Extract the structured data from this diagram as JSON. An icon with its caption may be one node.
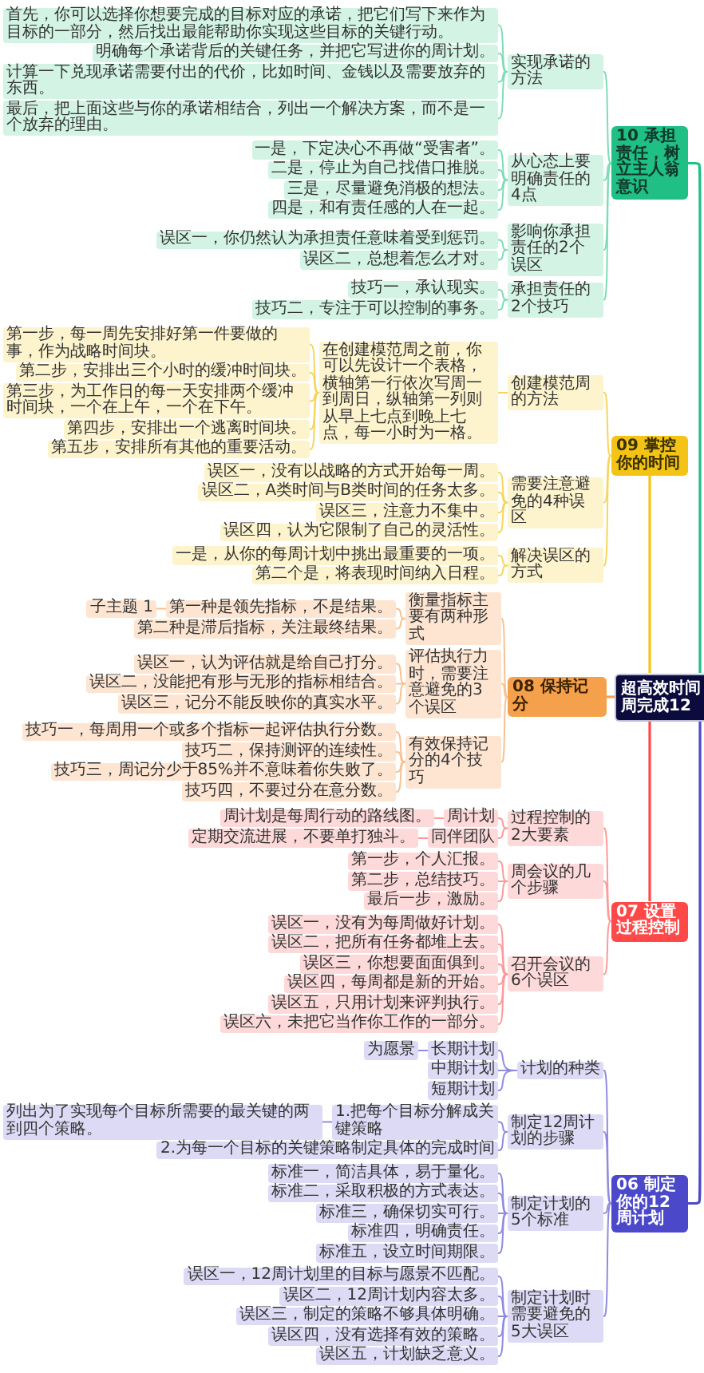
{
  "diagram": {
    "nodes": [
      {
        "text": [
          "超高效时间周完成12"
        ]
      },
      {
        "text": [
          "10 承担责任，树立主人翁意识"
        ]
      },
      {
        "text": [
          "实现承诺的方法"
        ]
      },
      {
        "text": [
          "首先，你可以选择你想要完成的目标对应的承诺，把它们写下来作为目标的一部分，然后找出最能帮助你实现这些目标的关键行动。"
        ]
      },
      {
        "text": [
          "明确每个承诺背后的关键任务，并把它写进你的周计划。"
        ]
      },
      {
        "text": [
          "计算一下兑现承诺需要付出的代价，比如时间、金钱以及需要放弃的东西。"
        ]
      },
      {
        "text": [
          "最后，把上面这些与你的承诺相结合，列出一个解决方案，而不是一个放弃的理由。"
        ]
      },
      {
        "text": [
          "从心态上要明确责任的4点"
        ]
      },
      {
        "text": [
          "一是，下定决心不再做“受害者”。"
        ]
      },
      {
        "text": [
          "二是，停止为自己找借口推脱。"
        ]
      },
      {
        "text": [
          "三是，尽量避免消极的想法。"
        ]
      },
      {
        "text": [
          "四是，和有责任感的人在一起。"
        ]
      },
      {
        "text": [
          "影响你承担责任的2个误区"
        ]
      },
      {
        "text": [
          "误区一，你仍然认为承担责任意味着受到惩罚。"
        ]
      },
      {
        "text": [
          "误区二，总想着怎么才对。"
        ]
      },
      {
        "text": [
          "承担责任的2个技巧"
        ]
      },
      {
        "text": [
          "技巧一，承认现实。"
        ]
      },
      {
        "text": [
          "技巧二，专注于可以控制的事务。"
        ]
      },
      {
        "text": [
          "09 掌控你的时间"
        ]
      },
      {
        "text": [
          "创建模范周的方法"
        ]
      },
      {
        "text": [
          "在创建模范周之前，你可以先设计一个表格，横轴第一行依次写周一到周日，纵轴第一列则从早上七点到晚上七点，每一小时为一格。"
        ]
      },
      {
        "text": [
          "第一步，每一周先安排好第一件要做的事，作为战略时间块。"
        ]
      },
      {
        "text": [
          "第二步，安排出三个小时的缓冲时间块。"
        ]
      },
      {
        "text": [
          "第三步，为工作日的每一天安排两个缓冲时间块，一个在上午，一个在下午。"
        ]
      },
      {
        "text": [
          "第四步，安排出一个逃离时间块。"
        ]
      },
      {
        "text": [
          "第五步，安排所有其他的重要活动。"
        ]
      },
      {
        "text": [
          "需要注意避免的4种误区"
        ]
      },
      {
        "text": [
          "误区一，没有以战略的方式开始每一周。"
        ]
      },
      {
        "text": [
          "误区二，A类时间与B类时间的任务太多。"
        ]
      },
      {
        "text": [
          "误区三，注意力不集中。"
        ]
      },
      {
        "text": [
          "误区四，认为它限制了自己的灵活性。"
        ]
      },
      {
        "text": [
          "解决误区的方式"
        ]
      },
      {
        "text": [
          "一是，从你的每周计划中挑出最重要的一项。"
        ]
      },
      {
        "text": [
          "第二个是，将表现时间纳入日程。"
        ]
      },
      {
        "text": [
          "08 保持记分"
        ]
      },
      {
        "text": [
          "衡量指标主要有两种形式"
        ]
      },
      {
        "text": [
          "第一种是领先指标，不是结果。"
        ]
      },
      {
        "text": [
          "子主题 1"
        ]
      },
      {
        "text": [
          "第二种是滞后指标，关注最终结果。"
        ]
      },
      {
        "text": [
          "评估执行力时，需要注意避免的3个误区"
        ]
      },
      {
        "text": [
          "误区一，认为评估就是给自己打分。"
        ]
      },
      {
        "text": [
          "误区二，没能把有形与无形的指标相结合。"
        ]
      },
      {
        "text": [
          "误区三，记分不能反映你的真实水平。"
        ]
      },
      {
        "text": [
          "有效保持记分的4个技巧"
        ]
      },
      {
        "text": [
          "技巧一，每周用一个或多个指标一起评估执行分数。"
        ]
      },
      {
        "text": [
          "技巧二，保持测评的连续性。"
        ]
      },
      {
        "text": [
          "技巧三，周记分少于85%并不意味着你失败了。"
        ]
      },
      {
        "text": [
          "技巧四，不要过分在意分数。"
        ]
      },
      {
        "text": [
          "07 设置过程控制"
        ]
      },
      {
        "text": [
          "过程控制的2大要素"
        ]
      },
      {
        "text": [
          "周计划"
        ]
      },
      {
        "text": [
          "周计划是每周行动的路线图。"
        ]
      },
      {
        "text": [
          "同伴团队"
        ]
      },
      {
        "text": [
          "定期交流进展，不要单打独斗。"
        ]
      },
      {
        "text": [
          "周会议的几个步骤"
        ]
      },
      {
        "text": [
          "第一步，个人汇报。"
        ]
      },
      {
        "text": [
          "第二步，总结技巧。"
        ]
      },
      {
        "text": [
          "最后一步，激励。"
        ]
      },
      {
        "text": [
          "召开会议的6个误区"
        ]
      },
      {
        "text": [
          "误区一，没有为每周做好计划。"
        ]
      },
      {
        "text": [
          "误区二，把所有任务都堆上去。"
        ]
      },
      {
        "text": [
          "误区三，你想要面面俱到。"
        ]
      },
      {
        "text": [
          "误区四，每周都是新的开始。"
        ]
      },
      {
        "text": [
          "误区五，只用计划来评判执行。"
        ]
      },
      {
        "text": [
          "误区六，未把它当作你工作的一部分。"
        ]
      },
      {
        "text": [
          "06 制定你的12周计划"
        ]
      },
      {
        "text": [
          "计划的种类"
        ]
      },
      {
        "text": [
          "长期计划"
        ]
      },
      {
        "text": [
          "为愿景"
        ]
      },
      {
        "text": [
          "中期计划"
        ]
      },
      {
        "text": [
          "短期计划"
        ]
      },
      {
        "text": [
          "制定12周计划的步骤"
        ]
      },
      {
        "text": [
          "1.把每个目标分解成关键策略"
        ]
      },
      {
        "text": [
          "列出为了实现每个目标所需要的最关键的两到四个策略。"
        ]
      },
      {
        "text": [
          "2.为每一个目标的关键策略制定具体的完成时间"
        ]
      },
      {
        "text": [
          "制定计划的5个标准"
        ]
      },
      {
        "text": [
          "标准一，简洁具体，易于量化。"
        ]
      },
      {
        "text": [
          "标准二，采取积极的方式表达。"
        ]
      },
      {
        "text": [
          "标准三，确保切实可行。"
        ]
      },
      {
        "text": [
          "标准四，明确责任。"
        ]
      },
      {
        "text": [
          "标准五，设立时间期限。"
        ]
      },
      {
        "text": [
          "制定计划时需要避免的5大误区"
        ]
      },
      {
        "text": [
          "误区一，12周计划里的目标与愿景不匹配。"
        ]
      },
      {
        "text": [
          "误区二，12周计划内容太多。"
        ]
      },
      {
        "text": [
          "误区三，制定的策略不够具体明确。"
        ]
      },
      {
        "text": [
          "误区四，没有选择有效的策略。"
        ]
      },
      {
        "text": [
          "误区五，计划缺乏意义。"
        ]
      }
    ],
    "edges": [
      {
        "from": 0,
        "to": 1,
        "arrow": "none",
        "color": "#1fbf85"
      },
      {
        "from": 0,
        "to": 18,
        "arrow": "none",
        "color": "#f3c316"
      },
      {
        "from": 0,
        "to": 34,
        "arrow": "none",
        "color": "#f5a04a"
      },
      {
        "from": 0,
        "to": 48,
        "arrow": "none",
        "color": "#ff4848"
      },
      {
        "from": 0,
        "to": 65,
        "arrow": "none",
        "color": "#4b48c9"
      },
      {
        "from": 1,
        "to": 2,
        "arrow": "none",
        "color": "#7fdcb8"
      },
      {
        "from": 2,
        "to": 3,
        "arrow": "none",
        "color": "#7fdcb8"
      },
      {
        "from": 2,
        "to": 4,
        "arrow": "none",
        "color": "#7fdcb8"
      },
      {
        "from": 2,
        "to": 5,
        "arrow": "none",
        "color": "#7fdcb8"
      },
      {
        "from": 2,
        "to": 6,
        "arrow": "none",
        "color": "#7fdcb8"
      },
      {
        "from": 1,
        "to": 7,
        "arrow": "none",
        "color": "#7fdcb8"
      },
      {
        "from": 7,
        "to": 8,
        "arrow": "none",
        "color": "#7fdcb8"
      },
      {
        "from": 7,
        "to": 9,
        "arrow": "none",
        "color": "#7fdcb8"
      },
      {
        "from": 7,
        "to": 10,
        "arrow": "none",
        "color": "#7fdcb8"
      },
      {
        "from": 7,
        "to": 11,
        "arrow": "none",
        "color": "#7fdcb8"
      },
      {
        "from": 1,
        "to": 12,
        "arrow": "none",
        "color": "#7fdcb8"
      },
      {
        "from": 12,
        "to": 13,
        "arrow": "none",
        "color": "#7fdcb8"
      },
      {
        "from": 12,
        "to": 14,
        "arrow": "none",
        "color": "#7fdcb8"
      },
      {
        "from": 1,
        "to": 15,
        "arrow": "none",
        "color": "#7fdcb8"
      },
      {
        "from": 15,
        "to": 16,
        "arrow": "none",
        "color": "#7fdcb8"
      },
      {
        "from": 15,
        "to": 17,
        "arrow": "none",
        "color": "#7fdcb8"
      },
      {
        "from": 18,
        "to": 19,
        "arrow": "none",
        "color": "#f6d65a"
      },
      {
        "from": 19,
        "to": 20,
        "arrow": "none",
        "color": "#f6d65a"
      },
      {
        "from": 20,
        "to": 21,
        "arrow": "none",
        "color": "#f6d65a"
      },
      {
        "from": 20,
        "to": 22,
        "arrow": "none",
        "color": "#f6d65a"
      },
      {
        "from": 20,
        "to": 23,
        "arrow": "none",
        "color": "#f6d65a"
      },
      {
        "from": 20,
        "to": 24,
        "arrow": "none",
        "color": "#f6d65a"
      },
      {
        "from": 20,
        "to": 25,
        "arrow": "none",
        "color": "#f6d65a"
      },
      {
        "from": 18,
        "to": 26,
        "arrow": "none",
        "color": "#f6d65a"
      },
      {
        "from": 26,
        "to": 27,
        "arrow": "none",
        "color": "#f6d65a"
      },
      {
        "from": 26,
        "to": 28,
        "arrow": "none",
        "color": "#f6d65a"
      },
      {
        "from": 26,
        "to": 29,
        "arrow": "none",
        "color": "#f6d65a"
      },
      {
        "from": 26,
        "to": 30,
        "arrow": "none",
        "color": "#f6d65a"
      },
      {
        "from": 18,
        "to": 31,
        "arrow": "none",
        "color": "#f6d65a"
      },
      {
        "from": 31,
        "to": 32,
        "arrow": "none",
        "color": "#f6d65a"
      },
      {
        "from": 31,
        "to": 33,
        "arrow": "none",
        "color": "#f6d65a"
      },
      {
        "from": 34,
        "to": 35,
        "arrow": "none",
        "color": "#f8c190"
      },
      {
        "from": 35,
        "to": 36,
        "arrow": "none",
        "color": "#f8c190"
      },
      {
        "from": 36,
        "to": 37,
        "arrow": "none",
        "color": "#f8c190"
      },
      {
        "from": 35,
        "to": 38,
        "arrow": "none",
        "color": "#f8c190"
      },
      {
        "from": 34,
        "to": 39,
        "arrow": "none",
        "color": "#f8c190"
      },
      {
        "from": 39,
        "to": 40,
        "arrow": "none",
        "color": "#f8c190"
      },
      {
        "from": 39,
        "to": 41,
        "arrow": "none",
        "color": "#f8c190"
      },
      {
        "from": 39,
        "to": 42,
        "arrow": "none",
        "color": "#f8c190"
      },
      {
        "from": 34,
        "to": 43,
        "arrow": "none",
        "color": "#f8c190"
      },
      {
        "from": 43,
        "to": 44,
        "arrow": "none",
        "color": "#f8c190"
      },
      {
        "from": 43,
        "to": 45,
        "arrow": "none",
        "color": "#f8c190"
      },
      {
        "from": 43,
        "to": 46,
        "arrow": "none",
        "color": "#f8c190"
      },
      {
        "from": 43,
        "to": 47,
        "arrow": "none",
        "color": "#f8c190"
      },
      {
        "from": 48,
        "to": 49,
        "arrow": "none",
        "color": "#ff9999"
      },
      {
        "from": 49,
        "to": 50,
        "arrow": "none",
        "color": "#ff9999"
      },
      {
        "from": 50,
        "to": 51,
        "arrow": "none",
        "color": "#ff9999"
      },
      {
        "from": 49,
        "to": 52,
        "arrow": "none",
        "color": "#ff9999"
      },
      {
        "from": 52,
        "to": 53,
        "arrow": "none",
        "color": "#ff9999"
      },
      {
        "from": 48,
        "to": 54,
        "arrow": "none",
        "color": "#ff9999"
      },
      {
        "from": 54,
        "to": 55,
        "arrow": "none",
        "color": "#ff9999"
      },
      {
        "from": 54,
        "to": 56,
        "arrow": "none",
        "color": "#ff9999"
      },
      {
        "from": 54,
        "to": 57,
        "arrow": "none",
        "color": "#ff9999"
      },
      {
        "from": 48,
        "to": 58,
        "arrow": "none",
        "color": "#ff9999"
      },
      {
        "from": 58,
        "to": 59,
        "arrow": "none",
        "color": "#ff9999"
      },
      {
        "from": 58,
        "to": 60,
        "arrow": "none",
        "color": "#ff9999"
      },
      {
        "from": 58,
        "to": 61,
        "arrow": "none",
        "color": "#ff9999"
      },
      {
        "from": 58,
        "to": 62,
        "arrow": "none",
        "color": "#ff9999"
      },
      {
        "from": 58,
        "to": 63,
        "arrow": "none",
        "color": "#ff9999"
      },
      {
        "from": 58,
        "to": 64,
        "arrow": "none",
        "color": "#ff9999"
      },
      {
        "from": 65,
        "to": 66,
        "arrow": "none",
        "color": "#8f8ce0"
      },
      {
        "from": 66,
        "to": 67,
        "arrow": "none",
        "color": "#8f8ce0"
      },
      {
        "from": 67,
        "to": 68,
        "arrow": "none",
        "color": "#8f8ce0"
      },
      {
        "from": 66,
        "to": 69,
        "arrow": "none",
        "color": "#8f8ce0"
      },
      {
        "from": 66,
        "to": 70,
        "arrow": "none",
        "color": "#8f8ce0"
      },
      {
        "from": 65,
        "to": 71,
        "arrow": "none",
        "color": "#8f8ce0"
      },
      {
        "from": 71,
        "to": 72,
        "arrow": "none",
        "color": "#8f8ce0"
      },
      {
        "from": 72,
        "to": 73,
        "arrow": "none",
        "color": "#8f8ce0"
      },
      {
        "from": 71,
        "to": 74,
        "arrow": "none",
        "color": "#8f8ce0"
      },
      {
        "from": 65,
        "to": 75,
        "arrow": "none",
        "color": "#8f8ce0"
      },
      {
        "from": 75,
        "to": 76,
        "arrow": "none",
        "color": "#8f8ce0"
      },
      {
        "from": 75,
        "to": 77,
        "arrow": "none",
        "color": "#8f8ce0"
      },
      {
        "from": 75,
        "to": 78,
        "arrow": "none",
        "color": "#8f8ce0"
      },
      {
        "from": 75,
        "to": 79,
        "arrow": "none",
        "color": "#8f8ce0"
      },
      {
        "from": 75,
        "to": 80,
        "arrow": "none",
        "color": "#8f8ce0"
      },
      {
        "from": 65,
        "to": 81,
        "arrow": "none",
        "color": "#8f8ce0"
      },
      {
        "from": 81,
        "to": 82,
        "arrow": "none",
        "color": "#8f8ce0"
      },
      {
        "from": 81,
        "to": 83,
        "arrow": "none",
        "color": "#8f8ce0"
      },
      {
        "from": 81,
        "to": 84,
        "arrow": "none",
        "color": "#8f8ce0"
      },
      {
        "from": 81,
        "to": 85,
        "arrow": "none",
        "color": "#8f8ce0"
      },
      {
        "from": 81,
        "to": 86,
        "arrow": "none",
        "color": "#8f8ce0"
      }
    ]
  }
}
